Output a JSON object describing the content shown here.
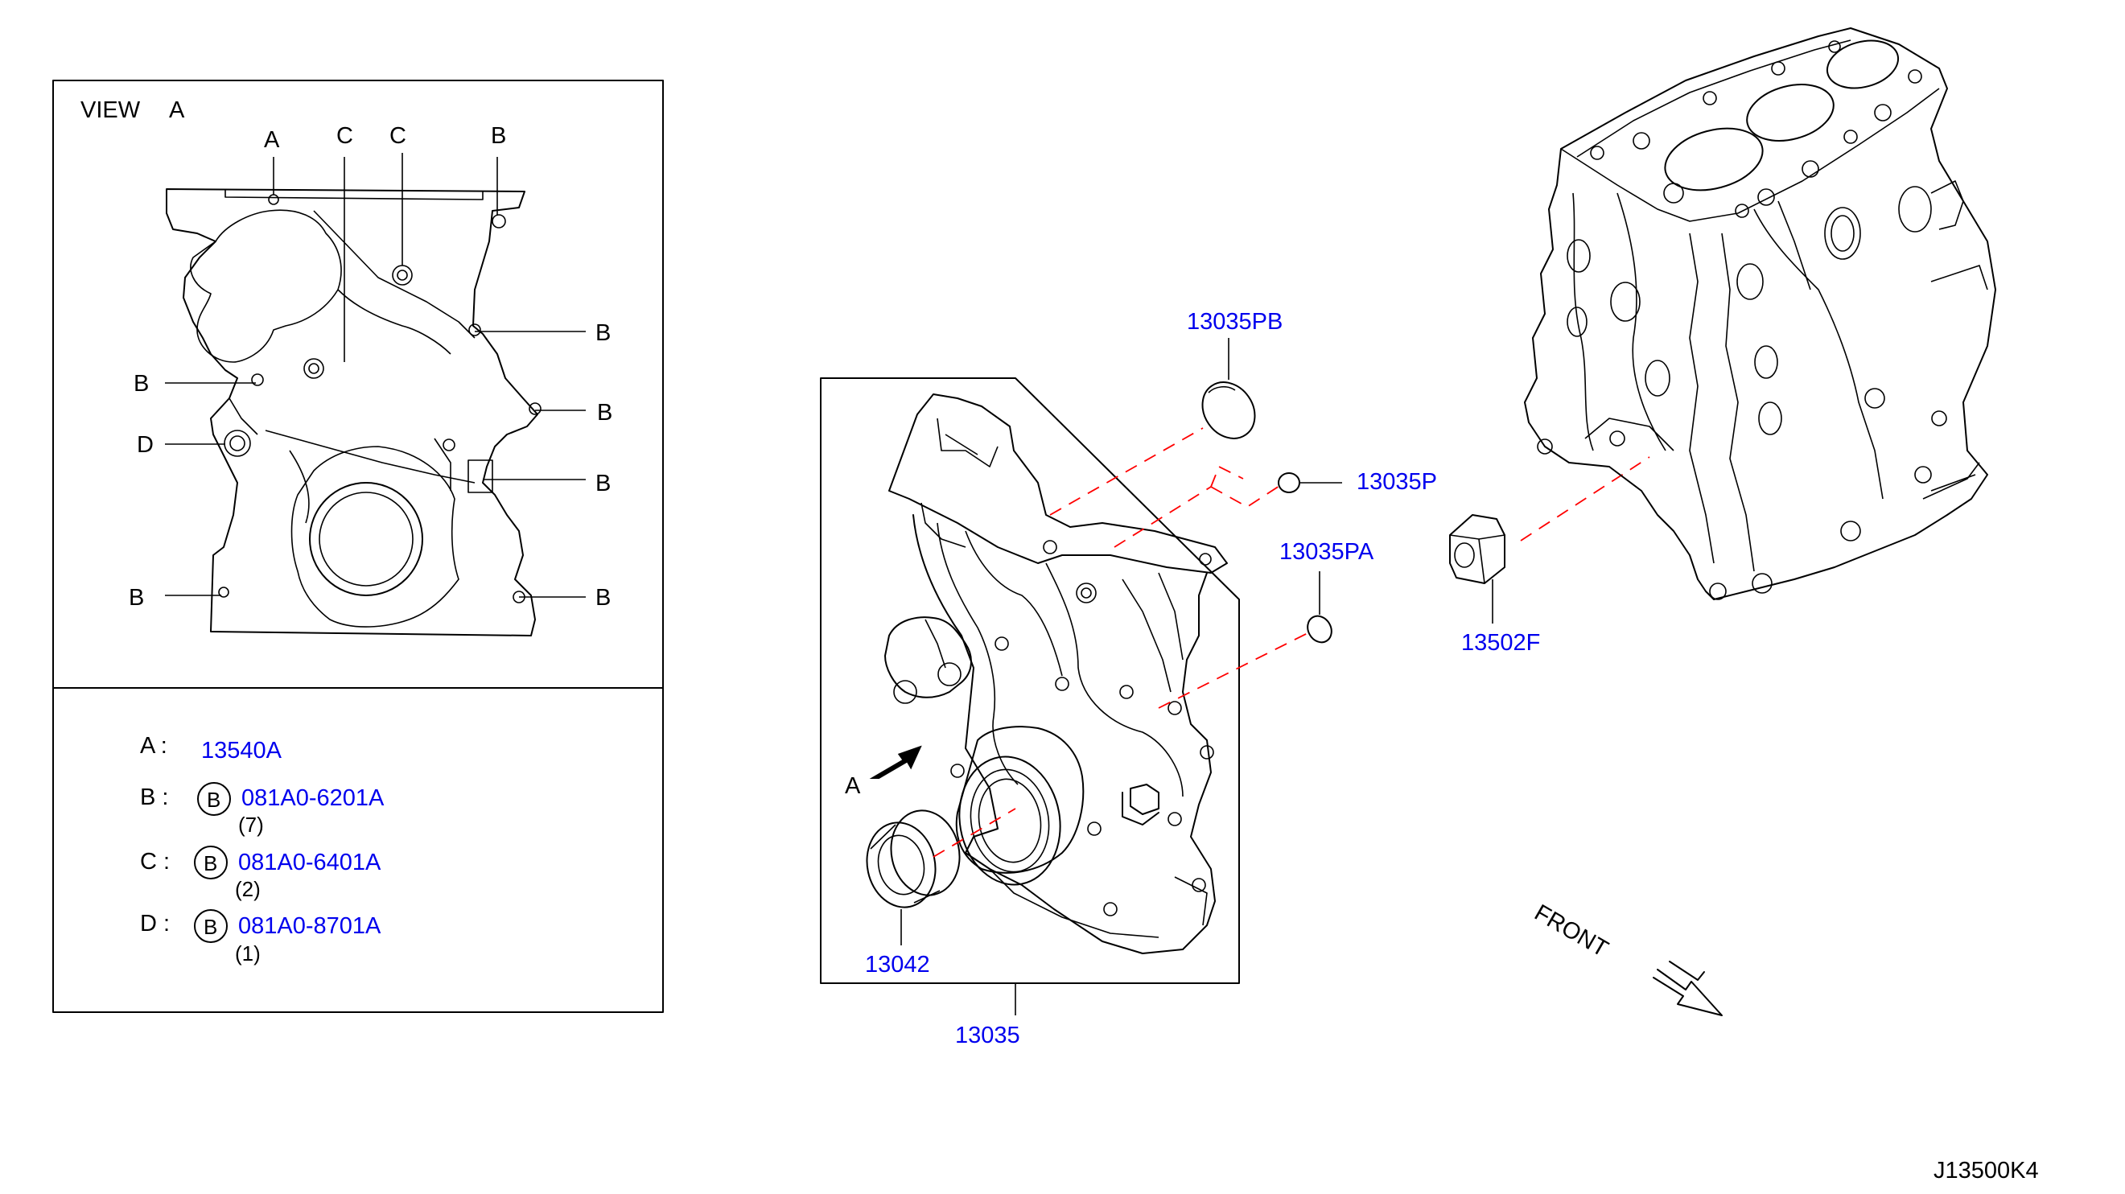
{
  "view_panel": {
    "title": "VIEW",
    "title_letter": "A",
    "top_labels": [
      "A",
      "C",
      "C",
      "B"
    ],
    "side_labels": {
      "right_1": "B",
      "right_2": "B",
      "right_3": "B",
      "right_4": "B",
      "left_1": "B",
      "left_2": "D",
      "left_3": "B"
    }
  },
  "legend": [
    {
      "key": "A :",
      "circle": "",
      "part": "13540A",
      "qty": ""
    },
    {
      "key": "B :",
      "circle": "B",
      "part": "081A0-6201A",
      "qty": "(7)"
    },
    {
      "key": "C :",
      "circle": "B",
      "part": "081A0-6401A",
      "qty": "(2)"
    },
    {
      "key": "D :",
      "circle": "B",
      "part": "081A0-8701A",
      "qty": "(1)"
    }
  ],
  "callouts": {
    "cover_assembly": "13035",
    "plug_pb": "13035PB",
    "plug_p": "13035P",
    "plug_pa": "13035PA",
    "seal": "13042",
    "bushing": "13502F",
    "view_arrow_letter": "A"
  },
  "front_label": "FRONT",
  "diagram_code": "J13500K4",
  "colors": {
    "callout_text": "#0000ee",
    "leader_dashes": "#ff0000",
    "line_art": "#000000"
  }
}
